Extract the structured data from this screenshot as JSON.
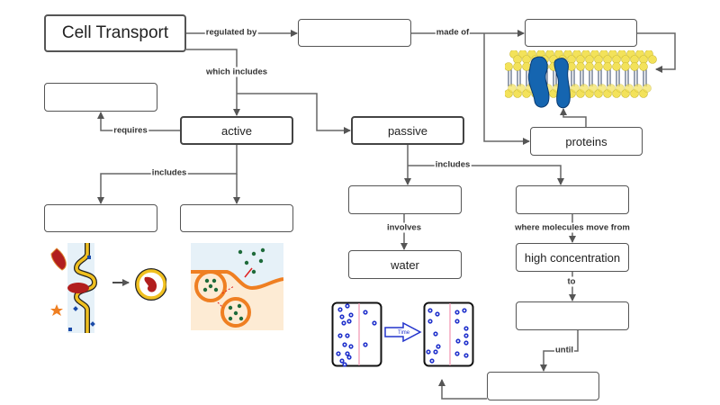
{
  "nodes": {
    "root": "Cell Transport",
    "regulator": "",
    "membrane_component": "",
    "proteins": "proteins",
    "active_requirement": "",
    "active": "active",
    "passive": "passive",
    "active_type_1": "",
    "active_type_2": "",
    "passive_type_1": "",
    "passive_type_2": "",
    "water": "water",
    "high_concentration": "high concentration",
    "low_concentration": "",
    "until_result": ""
  },
  "links": {
    "regulated_by": "regulated by",
    "which_includes": "which includes",
    "made_of": "made of",
    "requires": "requires",
    "active_includes": "includes",
    "passive_includes": "includes",
    "involves": "involves",
    "where_molecules_move_from": "where molecules move from",
    "to": "to",
    "until": "until"
  },
  "images": {
    "diffusion_arrow_label": "Time"
  },
  "colors": {
    "membrane_protein": "#1565b0",
    "phospholipid_head": "#f3e25a",
    "vesicle_membrane": "#f0c020",
    "exocytosis_membrane": "#ef7f22",
    "particle_blue": "#2233cc",
    "particle_green": "#1e6b3a"
  }
}
